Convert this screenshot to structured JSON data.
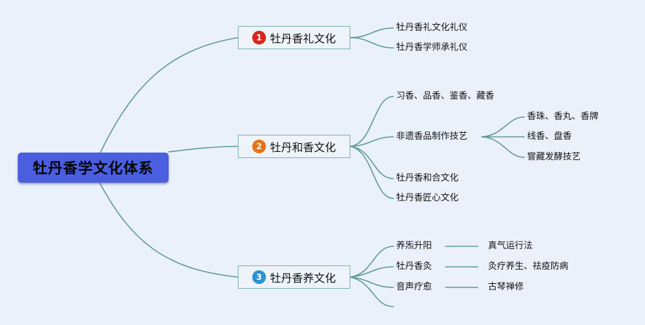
{
  "root": {
    "label": "牡丹香学文化体系"
  },
  "branches": [
    {
      "number": "1",
      "color": "#D9261C",
      "label": "牡丹香礼文化",
      "children": [
        "牡丹香礼文化礼仪",
        "牡丹香学师承礼仪"
      ]
    },
    {
      "number": "2",
      "color": "#E8731A",
      "label": "牡丹和香文化",
      "children": [
        {
          "label": "习香、品香、鉴香、藏香"
        },
        {
          "label": "非遗香品制作技艺",
          "children": [
            "香珠、香丸、香牌",
            "线香、盘香",
            "窨藏发酵技艺"
          ]
        },
        {
          "label": "牡丹香和合文化"
        },
        {
          "label": "牡丹香匠心文化"
        }
      ]
    },
    {
      "number": "3",
      "color": "#2A93D6",
      "label": "牡丹香养文化",
      "children": [
        {
          "label": "养炁升阳",
          "detail": "真气运行法"
        },
        {
          "label": "牡丹香灸",
          "detail": "灸疗养生、祛疫防病"
        },
        {
          "label": "音声疗愈",
          "detail": "古琴禅修"
        },
        {
          "label": ""
        }
      ]
    }
  ]
}
